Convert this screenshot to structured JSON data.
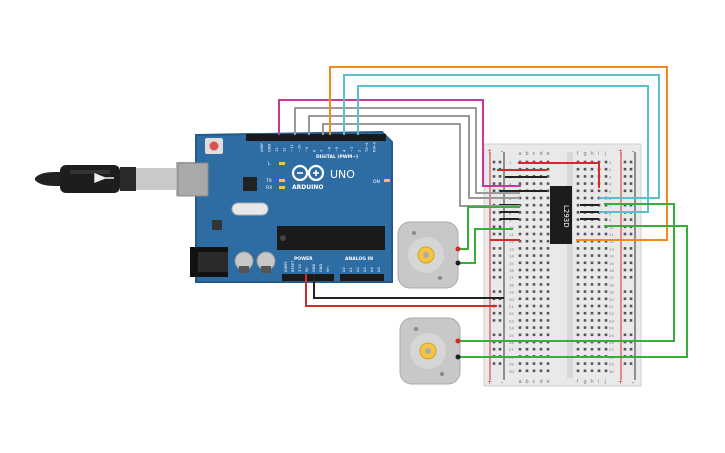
{
  "arduino": {
    "brand": "ARDUINO",
    "model": "UNO",
    "digital_label": "DIGITAL (PWM~)",
    "power_label": "POWER",
    "analog_label": "ANALOG IN",
    "led_labels": [
      "L",
      "TX",
      "RX"
    ],
    "on_label": "ON",
    "digital_pins": [
      "AREF",
      "GND",
      "13",
      "12",
      "~11",
      "~10",
      "~9",
      "8",
      "7",
      "~6",
      "~5",
      "4",
      "~3",
      "2",
      "TX→1",
      "RX←0"
    ],
    "power_pins": [
      "IOREF",
      "RESET",
      "3.3V",
      "5V",
      "GND",
      "GND",
      "Vin"
    ],
    "analog_pins": [
      "A0",
      "A1",
      "A2",
      "A3",
      "A4",
      "A5"
    ]
  },
  "ic": {
    "label": "L293D"
  },
  "breadboard": {
    "col_letters_left": [
      "a",
      "b",
      "c",
      "d",
      "e"
    ],
    "col_letters_right": [
      "f",
      "g",
      "h",
      "i",
      "j"
    ],
    "rows": [
      "1",
      "2",
      "3",
      "4",
      "5",
      "6",
      "7",
      "8",
      "9",
      "10",
      "11",
      "12",
      "13",
      "14",
      "15",
      "16",
      "17",
      "18",
      "19",
      "20",
      "21",
      "22",
      "23",
      "24",
      "25",
      "26",
      "27",
      "28",
      "29",
      "30"
    ],
    "rail_plus": "+",
    "rail_minus": "-"
  },
  "colors": {
    "board": "#2e6da4",
    "board_edge": "#24598a",
    "magenta": "#c8379b",
    "orange": "#f08a1c",
    "cyan": "#5bbfcf",
    "gray": "#9a9a9a",
    "green": "#3aae3a",
    "red": "#d62a2a",
    "black": "#222222"
  },
  "icons": [
    "usb-cable-icon",
    "dc-motor-icon"
  ]
}
